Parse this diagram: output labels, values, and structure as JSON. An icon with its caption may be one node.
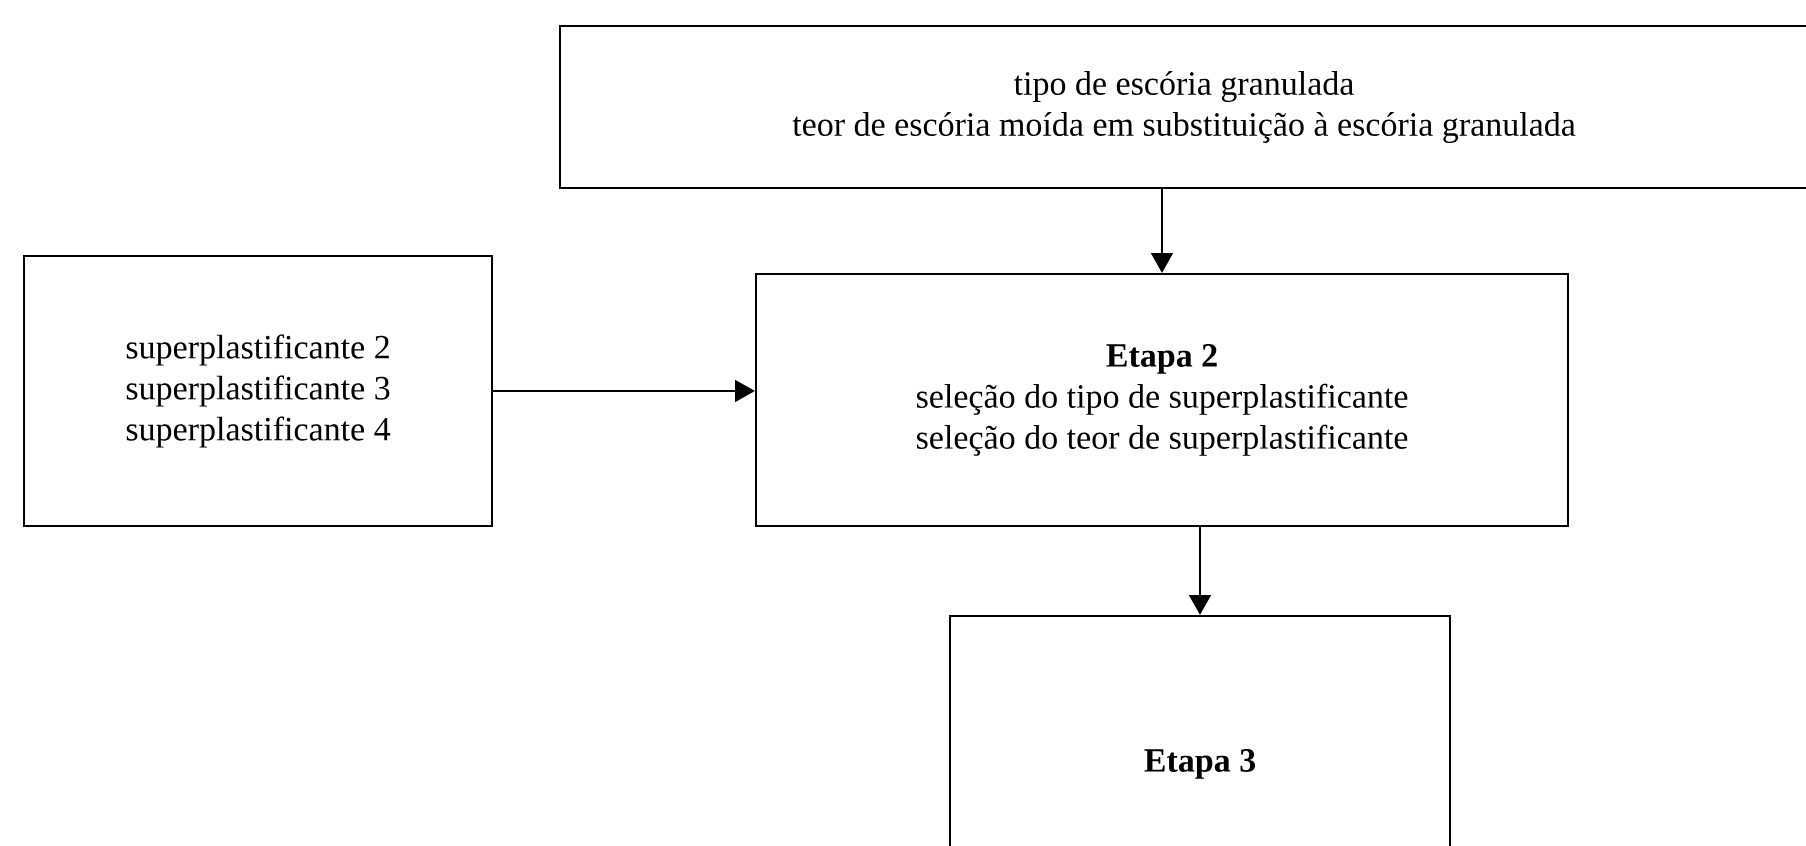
{
  "diagram": {
    "nodes": [
      {
        "text": [
          "tipo de escória granulada",
          "teor de escória moída em substituição à escória granulada"
        ]
      },
      {
        "text": [
          "superplastificante 2",
          "superplastificante 3",
          "superplastificante 4"
        ]
      },
      {
        "text": [
          "Etapa 2",
          "seleção do tipo de superplastificante",
          "seleção do teor de superplastificante"
        ]
      },
      {
        "text": [
          "Etapa 3"
        ]
      }
    ],
    "edges": [
      {
        "from": 0,
        "to": 2,
        "arrow": "to"
      },
      {
        "from": 1,
        "to": 2,
        "arrow": "to"
      },
      {
        "from": 2,
        "to": 3,
        "arrow": "to"
      }
    ]
  }
}
